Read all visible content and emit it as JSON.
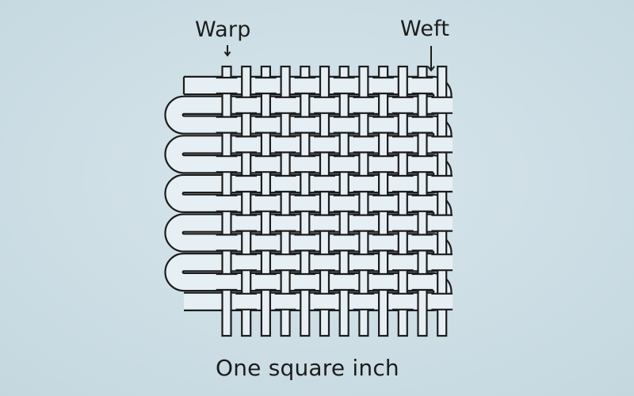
{
  "labels": {
    "warp": "Warp",
    "weft": "Weft",
    "caption": "One square inch"
  },
  "colors": {
    "background": "#cfdfe6",
    "thread_fill": "#e6eff3",
    "outline": "#1c1c1c"
  },
  "weave": {
    "pattern": "plain weave",
    "warp_threads": 12,
    "weft_passes": 12
  }
}
